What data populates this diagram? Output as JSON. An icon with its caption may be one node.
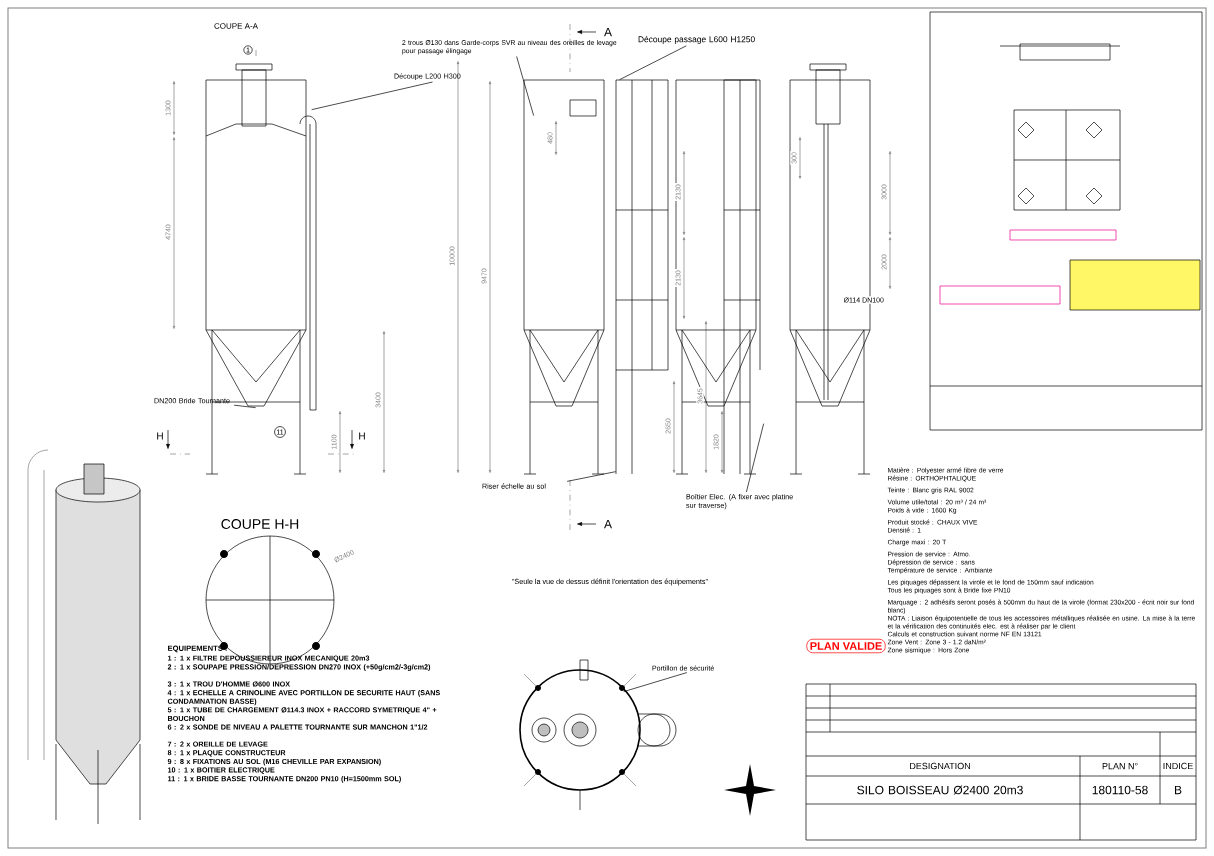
{
  "diagram": {
    "nodes": [
      {
        "text": [
          "2 trous Ø130 dans Garde-corps SVR au niveau des oreilles de levage pour passage élingage"
        ]
      },
      {
        "text": [
          "Découpe L200 H300"
        ]
      },
      {
        "text": [
          "Découpe passage L600 H1250"
        ]
      },
      {
        "text": [
          "DN200 Bride Tournante"
        ]
      },
      {
        "text": [
          "Riser échelle au sol"
        ]
      },
      {
        "text": [
          "Boîtier Elec. (A fixer avec platine sur traverse)"
        ]
      },
      {
        "text": [
          "Portillon de sécurité"
        ]
      },
      {
        "text": [],
        "shape": "picture"
      },
      {
        "text": [],
        "shape": "picture"
      },
      {
        "text": [],
        "shape": "picture"
      },
      {
        "text": [],
        "shape": "picture"
      },
      {
        "text": [],
        "shape": "picture"
      }
    ],
    "edges": [
      {
        "from": 0,
        "to": 8,
        "arrow": "none"
      },
      {
        "from": 1,
        "to": 7,
        "arrow": "none"
      },
      {
        "from": 2,
        "to": 9,
        "arrow": "none"
      },
      {
        "from": 3,
        "to": 7,
        "arrow": "none"
      },
      {
        "from": 4,
        "to": 9,
        "arrow": "none"
      },
      {
        "from": 5,
        "to": 10,
        "arrow": "none"
      },
      {
        "from": 6,
        "to": 11,
        "arrow": "none"
      }
    ],
    "labels": [
      "COUPE A-A",
      "1300",
      "4740",
      "3400",
      "1100",
      "10000",
      "9470",
      "480",
      "2130",
      "2130",
      "3645",
      "2650",
      "3000",
      "2000",
      "300",
      "Ø114 DN100",
      "1820",
      "H",
      "H",
      "A",
      "A",
      "COUPE H-H",
      "Ø2400",
      "\"Seule la vue de dessus définit l'orientation des équipements\"",
      "EQUIPEMENTS :",
      "1 : 1 x FILTRE DEPOUSSIEREUR INOX MECANIQUE 20m3",
      "2 : 1 x SOUPAPE PRESSION/DEPRESSION DN270 INOX (+50g/cm2/-3g/cm2)",
      "3 : 1 x TROU D'HOMME Ø600 INOX",
      "4 : 1 x ECHELLE A CRINOLINE AVEC PORTILLON DE SECURITE HAUT (SANS CONDAMNATION BASSE)",
      "5 : 1 x TUBE DE CHARGEMENT Ø114.3 INOX + RACCORD SYMETRIQUE 4\" + BOUCHON",
      "6 : 2 x SONDE DE NIVEAU A PALETTE TOURNANTE SUR MANCHON 1\"1/2",
      "7 : 2 x OREILLE DE LEVAGE",
      "8 : 1 x PLAQUE CONSTRUCTEUR",
      "9 : 8 x FIXATIONS AU SOL (M16 CHEVILLE PAR EXPANSION)",
      "10 : 1 x BOITIER ELECTRIQUE",
      "11 : 1 x BRIDE BASSE TOURNANTE DN200 PN10 (H=1500mm SOL)",
      "PLAN VALIDE",
      "Matière : Polyester armé fibre de verre",
      "Résine : ORTHOPHTALIQUE",
      "Teinte : Blanc gris RAL 9002",
      "Volume utile/total : 20 m³ / 24 m³",
      "Poids à vide : 1600 Kg",
      "Produit stocké : CHAUX VIVE",
      "Densité : 1",
      "Charge maxi : 20 T",
      "Pression de service : Atmo.",
      "Dépression de service : sans",
      "Température de service : Ambiante",
      "Les piquages dépassent la virole et le fond de 150mm sauf indication",
      "Tous les piquages sont à Bride fixe PN10",
      "Marquage : 2 adhésifs seront posés à 500mm du haut de la virole (format 230x200 - écrit noir sur fond blanc)",
      "NOTA : Liaison équipotentielle de tous les accessoires métalliques réalisée en usine. La mise à la terre et la vérification des continuités elec. est à réaliser par le client",
      "Calculs et construction suivant norme NF EN 13121",
      "Zone Vent : Zone 3 - 1.2 daN/m²",
      "Zone sismique : Hors Zone",
      "DESIGNATION",
      "SILO BOISSEAU Ø2400 20m3",
      "PLAN N°",
      "180110-58",
      "INDICE",
      "B",
      "1",
      "11"
    ]
  }
}
